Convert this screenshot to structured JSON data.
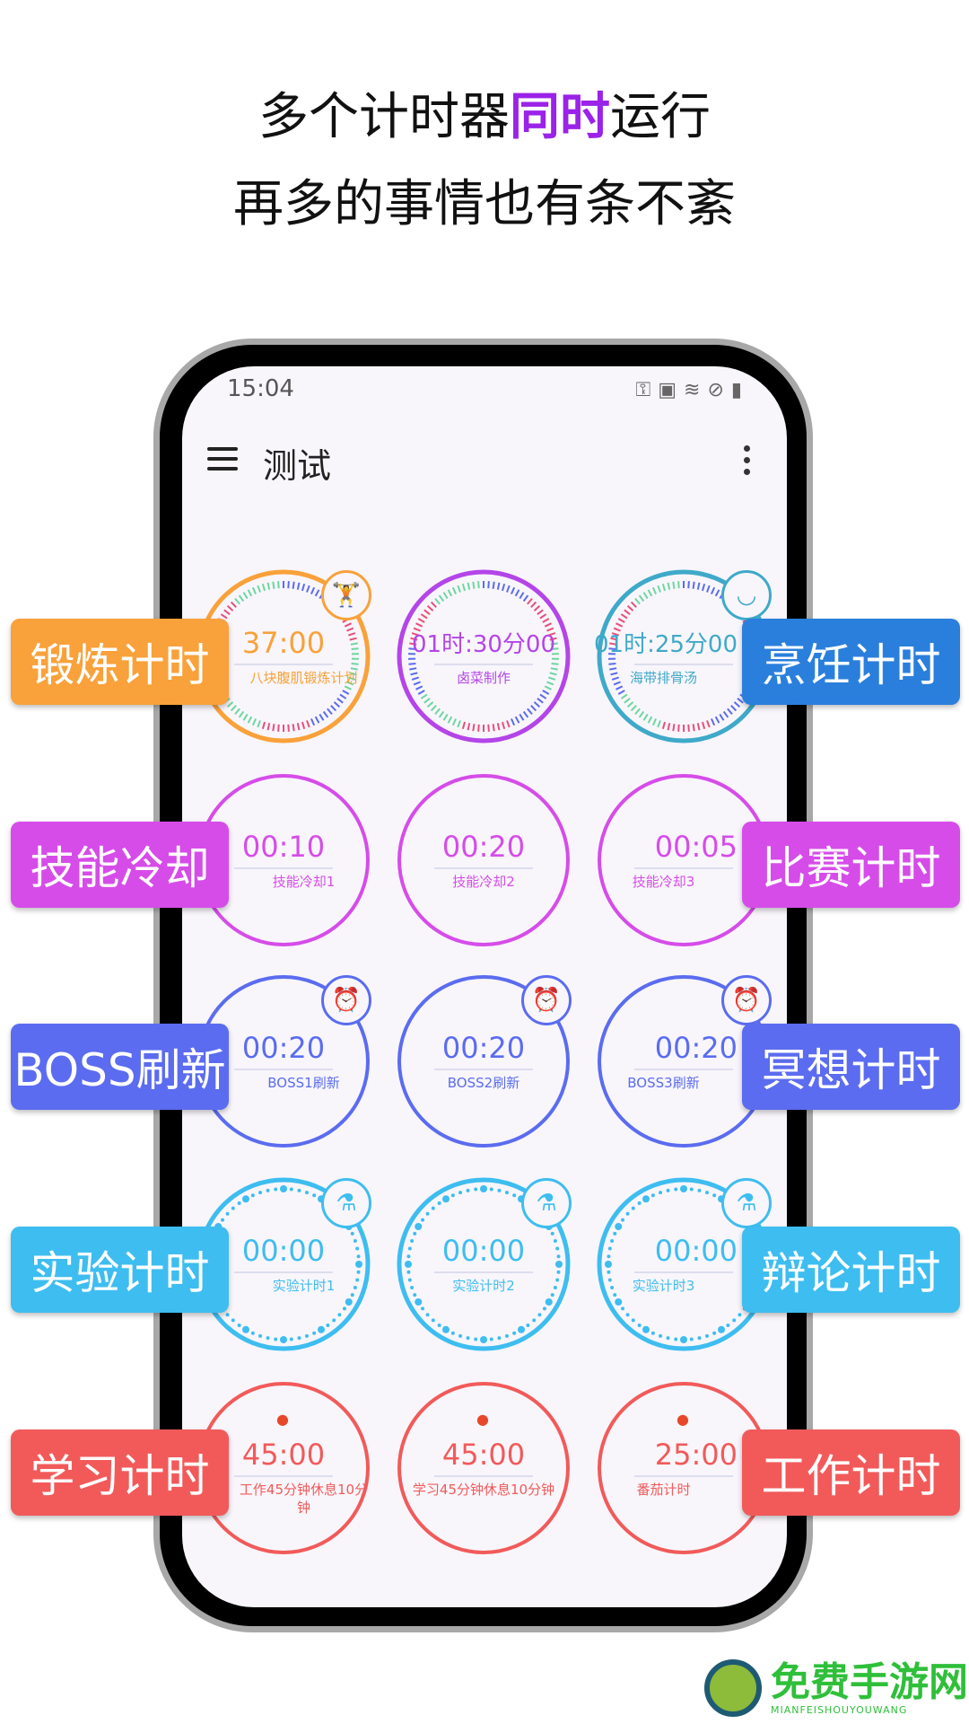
{
  "headline": {
    "line1_before": "多个计时器",
    "line1_highlight": "同时",
    "line1_after": "运行",
    "line2": "再多的事情也有条不紊",
    "highlight_color": "#9b22e8"
  },
  "status_bar": {
    "time": "15:04",
    "icons": [
      "key-icon",
      "battery-saver-icon",
      "wifi-icon",
      "do-not-disturb-icon",
      "battery-icon"
    ]
  },
  "app_bar": {
    "title": "测试"
  },
  "timers": [
    {
      "time": "37:00",
      "name": "八块腹肌锻炼计划",
      "color": "#f9a13a",
      "style": "ticks",
      "icon": "weightlifter-icon"
    },
    {
      "time": "01时:30分00",
      "name": "卤菜制作",
      "color": "#b445e8",
      "style": "gradient-ticks",
      "icon": ""
    },
    {
      "time": "01时:25分00",
      "name": "海带排骨汤",
      "color": "#3fa9c9",
      "style": "ticks",
      "icon": "bowl-icon"
    },
    {
      "time": "00:10",
      "name": "技能冷却1",
      "color": "#d64ce9",
      "style": "plain",
      "icon": ""
    },
    {
      "time": "00:20",
      "name": "技能冷却2",
      "color": "#d64ce9",
      "style": "plain",
      "icon": ""
    },
    {
      "time": "00:05",
      "name": "技能冷却3",
      "color": "#d64ce9",
      "style": "plain",
      "icon": ""
    },
    {
      "time": "00:20",
      "name": "BOSS1刷新",
      "color": "#5b6cf0",
      "style": "plain",
      "icon": "alarm-clock-icon"
    },
    {
      "time": "00:20",
      "name": "BOSS2刷新",
      "color": "#5b6cf0",
      "style": "plain",
      "icon": "alarm-clock-icon"
    },
    {
      "time": "00:20",
      "name": "BOSS3刷新",
      "color": "#5b6cf0",
      "style": "plain",
      "icon": "alarm-clock-icon"
    },
    {
      "time": "00:00",
      "name": "实验计时1",
      "color": "#3ebdf0",
      "style": "dots",
      "icon": "flask-icon"
    },
    {
      "time": "00:00",
      "name": "实验计时2",
      "color": "#3ebdf0",
      "style": "dots",
      "icon": "flask-icon"
    },
    {
      "time": "00:00",
      "name": "实验计时3",
      "color": "#3ebdf0",
      "style": "dots",
      "icon": "flask-icon"
    },
    {
      "time": "45:00",
      "name": "工作45分钟休息10分钟",
      "color": "#f25a5a",
      "style": "plain",
      "icon": "tomato-icon"
    },
    {
      "time": "45:00",
      "name": "学习45分钟休息10分钟",
      "color": "#f25a5a",
      "style": "plain",
      "icon": "tomato-icon"
    },
    {
      "time": "25:00",
      "name": "番茄计时",
      "color": "#f25a5a",
      "style": "plain",
      "icon": "tomato-icon"
    }
  ],
  "badges_left": [
    {
      "label": "锻炼计时",
      "color": "#f9a13a"
    },
    {
      "label": "技能冷却",
      "color": "#d64ce9"
    },
    {
      "label": "BOSS刷新",
      "color": "#5b6cf0"
    },
    {
      "label": "实验计时",
      "color": "#3ebdf0"
    },
    {
      "label": "学习计时",
      "color": "#f25a5a"
    }
  ],
  "badges_right": [
    {
      "label": "烹饪计时",
      "color": "#2a7fdc"
    },
    {
      "label": "比赛计时",
      "color": "#d64ce9"
    },
    {
      "label": "冥想计时",
      "color": "#5b6cf0"
    },
    {
      "label": "辩论计时",
      "color": "#3ebdf0"
    },
    {
      "label": "工作计时",
      "color": "#f25a5a"
    }
  ],
  "watermark": {
    "name": "免费手游网",
    "sub": "MIANFEISHOUYOUWANG"
  }
}
